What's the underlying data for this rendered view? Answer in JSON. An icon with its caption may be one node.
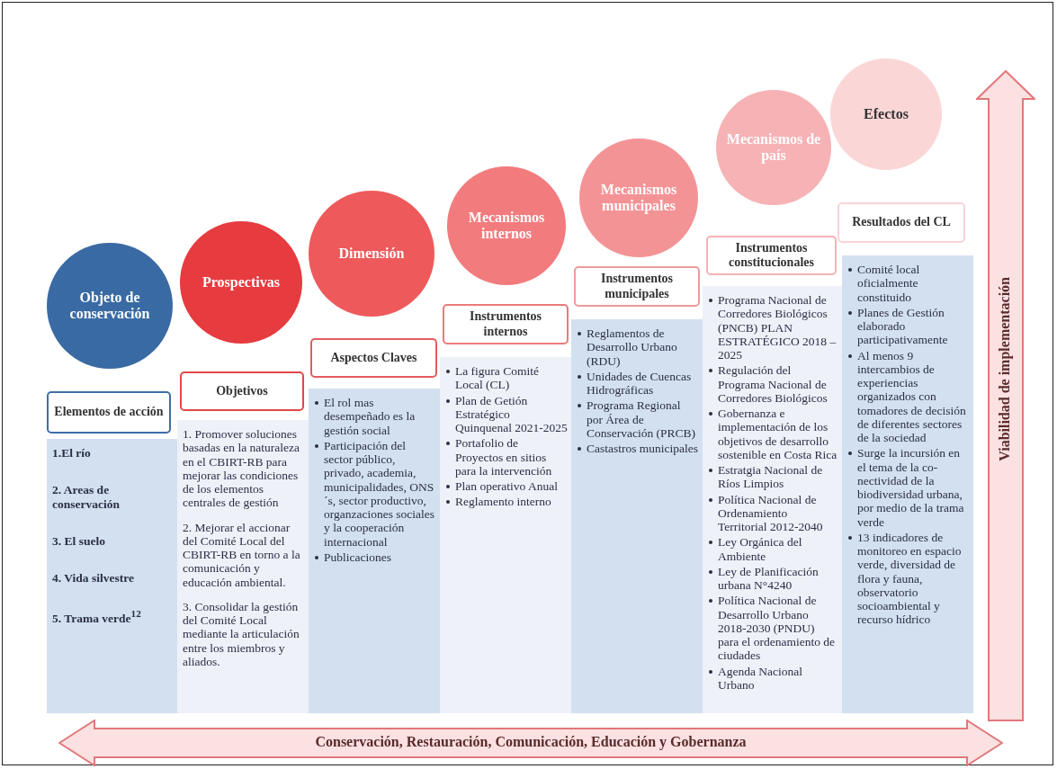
{
  "diagram": {
    "nodes": [
      {
        "text": [
          "Objeto de conservación"
        ]
      },
      {
        "text": [
          "Elementos de acción"
        ]
      },
      {
        "text": [
          "1.El río",
          "2. Areas de conservación",
          "3. El suelo",
          "4. Vida silvestre",
          "5. Trama verde$^{12}$"
        ]
      },
      {
        "text": [
          "Prospectivas"
        ]
      },
      {
        "text": [
          "Objetivos"
        ]
      },
      {
        "text": [
          "1. Promover soluciones basadas en la naturaleza en el CBIRT-RB para mejorar las condiciones de los elementos centrales de gestión",
          "2. Mejorar el accionar del Comité Local del CBIRT-RB en torno a la comunicación y educación ambiental.",
          "3. Consolidar la gestión del Comité Local mediante la articulación entre los miembros y aliados."
        ]
      },
      {
        "text": [
          "Dimensión"
        ]
      },
      {
        "text": [
          "Aspectos Claves"
        ]
      },
      {
        "text": [
          "El rol mas desempeñado es la gestión social",
          "Participación del sector público, privado, academia, municipalidades, ONS´s, sector productivo, organzaciones sociales y la cooperación internacional",
          "Publicaciones"
        ]
      },
      {
        "text": [
          "Mecanismos internos"
        ]
      },
      {
        "text": [
          "Instrumentos internos"
        ]
      },
      {
        "text": [
          "La figura Comité Local (CL)",
          "Plan de Getión Estratégico Quinquenal 2021-2025",
          "Portafolio de Proyectos en sitios para la intervención",
          "Plan operativo Anual",
          "Reglamento interno"
        ]
      },
      {
        "text": [
          "Mecanismos municipales"
        ]
      },
      {
        "text": [
          "Instrumentos municipales"
        ]
      },
      {
        "text": [
          "Reglamentos de Desarrollo Urbano (RDU)",
          "Unidades de Cuencas Hidrográficas",
          "Programa Regional por Área de Conservación (PRCB)",
          "Castastros municipales"
        ]
      },
      {
        "text": [
          "Mecanismos de país"
        ]
      },
      {
        "text": [
          "Instrumentos constitucionales"
        ]
      },
      {
        "text": [
          "Programa Nacional de Corredores Biológicos (PNCB) PLAN ESTRATÉGICO 2018 – 2025",
          "Regulación del Programa Nacional de Corredores Biológicos",
          "Gobernanza e implementación de los objetivos de desarrollo sostenible en Costa Rica",
          "Estratgia Nacional de Ríos Limpios",
          "Política Nacional de Ordenamiento Territorial 2012-2040",
          "Ley Orgánica del Ambiente",
          "Ley de Planificación urbana N°4240",
          "Política Nacional de Desarrollo Urbano 2018-2030 (PNDU) para el ordenamiento de ciudades",
          "Agenda Nacional Urbano"
        ]
      },
      {
        "text": [
          "Efectos"
        ]
      },
      {
        "text": [
          "Resultados del CL"
        ]
      },
      {
        "text": [
          "Comité local oficialmente constituido",
          "Planes de Gestión elaborado participativamente",
          "Al menos 9 intercambios de experiencias organizados con tomadores de decisión de diferentes sectores de la sociedad",
          "Surge la incursión en el tema de la co-nectividad de la biodiversidad urbana, por medio de la trama verde",
          "13 indicadores de monitoreo en espacio verde, diversidad de flora y fauna, observatorio socioambiental y recurso hídrico"
        ]
      },
      {
        "text": [
          "Viabilidad de implementación"
        ]
      },
      {
        "text": [
          "Conservación, Restauración, Comunicación, Educación y Gobernanza"
        ]
      }
    ]
  }
}
